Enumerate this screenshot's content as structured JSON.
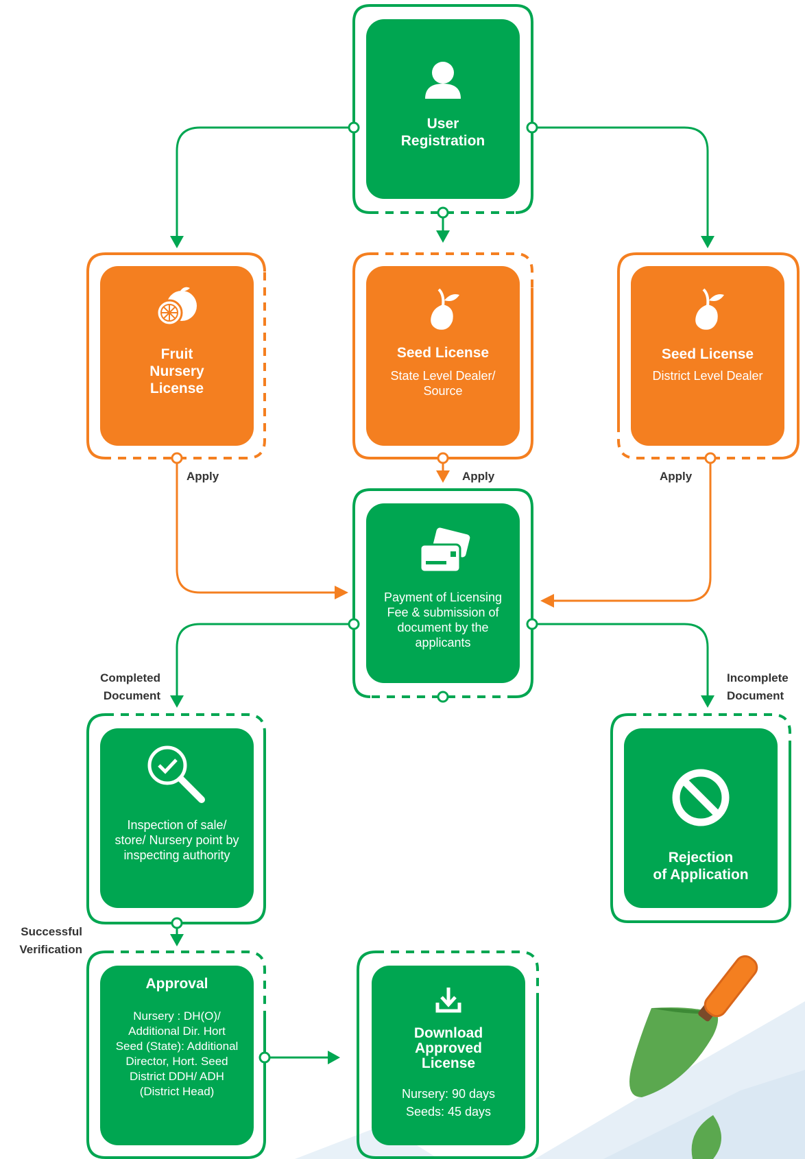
{
  "colors": {
    "green": "#00a651",
    "orange": "#f47f20",
    "label": "#333333"
  },
  "nodes": {
    "user_registration": {
      "title": "User\nRegistration",
      "icon": "user-icon"
    },
    "fruit_nursery": {
      "title": "Fruit\nNursery\nLicense",
      "icon": "orange-fruit-icon"
    },
    "seed_state": {
      "title": "Seed License",
      "subtitle": "State Level Dealer/\nSource",
      "icon": "seed-sprout-icon"
    },
    "seed_district": {
      "title": "Seed License",
      "subtitle": "District Level Dealer",
      "icon": "seed-sprout-icon"
    },
    "payment": {
      "text": "Payment of Licensing\nFee & submission of\ndocument by the\napplicants",
      "icon": "payment-cards-icon"
    },
    "inspection": {
      "text": "Inspection of sale/\nstore/ Nursery point by\ninspecting authority",
      "icon": "magnifier-check-icon"
    },
    "rejection": {
      "title": "Rejection\nof Application",
      "icon": "prohibited-icon"
    },
    "approval": {
      "title": "Approval",
      "text": "Nursery : DH(O)/\nAdditional Dir. Hort\nSeed (State): Additional\nDirector, Hort. Seed\nDistrict DDH/ ADH\n(District Head)"
    },
    "download": {
      "title": "Download\nApproved\nLicense",
      "text": "Nursery: 90 days\nSeeds: 45 days",
      "icon": "download-icon"
    }
  },
  "labels": {
    "apply_fruit": "Apply",
    "apply_state": "Apply",
    "apply_district": "Apply",
    "completed_document": "Completed\nDocument",
    "incomplete_document": "Incomplete\nDocument",
    "successful_verification": "Successful\nVerification"
  },
  "decorations": {
    "trowel": "garden-trowel-icon",
    "leaf": "leaf-icon"
  }
}
